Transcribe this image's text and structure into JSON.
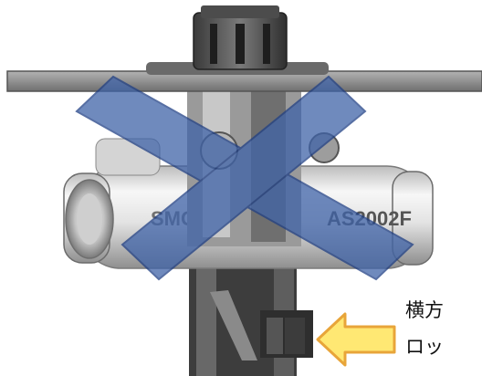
{
  "product": {
    "brand": "SMC",
    "model": "AS2002F"
  },
  "caption": {
    "line1": "横方",
    "line2": "ロッ"
  },
  "colors": {
    "cross_fill": "#3f63a8",
    "cross_stroke": "#1f3f85",
    "arrow_fill": "#ffe873",
    "arrow_stroke": "#e8a53a",
    "panel": "#8c8c8c",
    "body_light": "#e8e8e8",
    "part_dark": "#4a4a4a"
  },
  "icons": {
    "cross": "prohibited-cross-icon",
    "arrow": "left-arrow-icon"
  }
}
